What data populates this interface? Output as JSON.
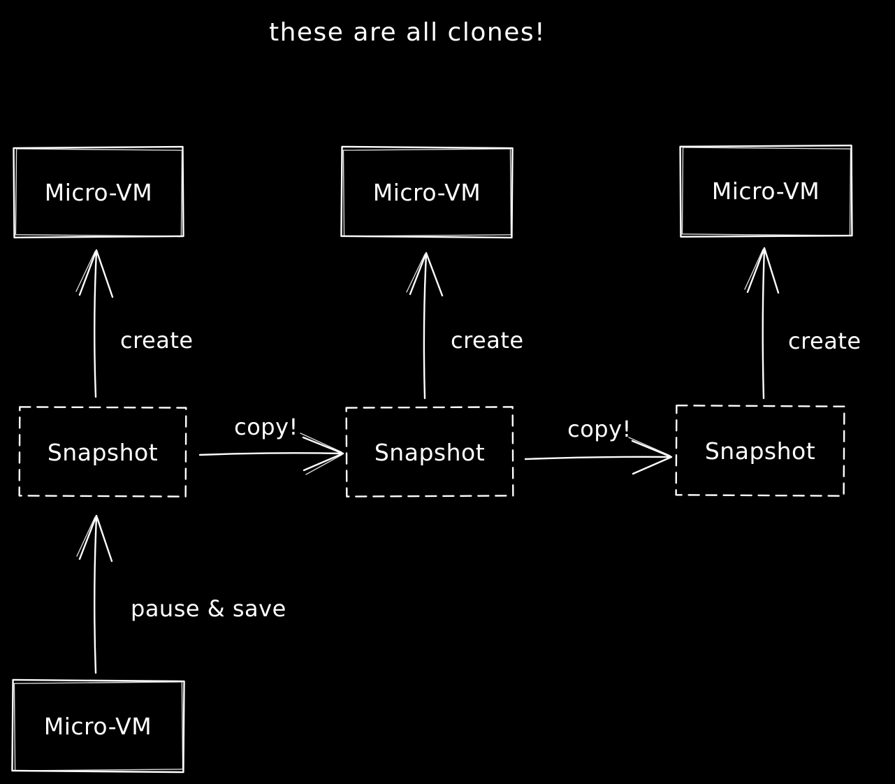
{
  "diagram": {
    "title": "these are all clones!",
    "colors": {
      "background": "#000000",
      "ink": "#ffffff"
    },
    "nodes": [
      {
        "id": "micro-vm-clone-1",
        "type": "micro-vm",
        "border": "solid",
        "label": "Micro-VM"
      },
      {
        "id": "micro-vm-clone-2",
        "type": "micro-vm",
        "border": "solid",
        "label": "Micro-VM"
      },
      {
        "id": "micro-vm-clone-3",
        "type": "micro-vm",
        "border": "solid",
        "label": "Micro-VM"
      },
      {
        "id": "snapshot-1",
        "type": "snapshot",
        "border": "dashed",
        "label": "Snapshot"
      },
      {
        "id": "snapshot-2",
        "type": "snapshot",
        "border": "dashed",
        "label": "Snapshot"
      },
      {
        "id": "snapshot-3",
        "type": "snapshot",
        "border": "dashed",
        "label": "Snapshot"
      },
      {
        "id": "micro-vm-source",
        "type": "micro-vm",
        "border": "solid",
        "label": "Micro-VM"
      }
    ],
    "edges": [
      {
        "from": "snapshot-1",
        "to": "micro-vm-clone-1",
        "direction": "up",
        "label": "create"
      },
      {
        "from": "snapshot-2",
        "to": "micro-vm-clone-2",
        "direction": "up",
        "label": "create"
      },
      {
        "from": "snapshot-3",
        "to": "micro-vm-clone-3",
        "direction": "up",
        "label": "create"
      },
      {
        "from": "snapshot-1",
        "to": "snapshot-2",
        "direction": "right",
        "label": "copy!"
      },
      {
        "from": "snapshot-2",
        "to": "snapshot-3",
        "direction": "right",
        "label": "copy!"
      },
      {
        "from": "micro-vm-source",
        "to": "snapshot-1",
        "direction": "up",
        "label": "pause & save"
      }
    ]
  }
}
